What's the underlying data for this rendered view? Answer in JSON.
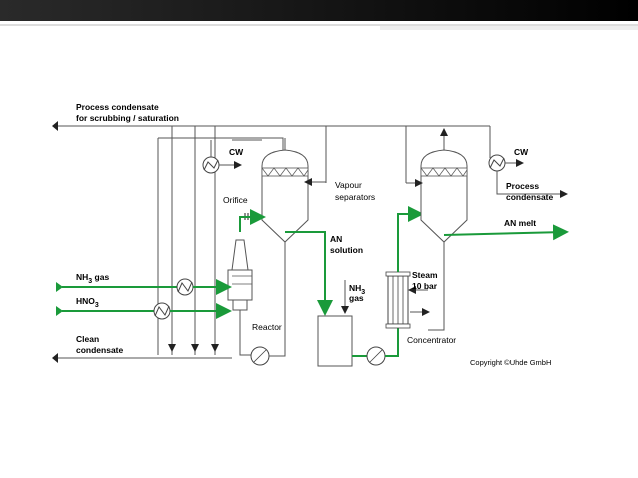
{
  "labels": {
    "process_condensate_line1": "Process condensate",
    "process_condensate_line2": "for scrubbing / saturation",
    "cw_left": "CW",
    "cw_right": "CW",
    "orifice": "Orifice",
    "vapour_line1": "Vapour",
    "vapour_line2": "separators",
    "process_cond_out_line1": "Process",
    "process_cond_out_line2": "condensate",
    "an_melt": "AN melt",
    "an_solution_line1": "AN",
    "an_solution_line2": "solution",
    "nh3_gas_top": "NH",
    "nh3_gas_top_sub": "3",
    "nh3_gas_bottom": "gas",
    "steam_line1": "Steam",
    "steam_line2": "10 bar",
    "nh3_gas_left": "NH",
    "nh3_gas_left_sub": "3",
    "nh3_gas_left_suffix": " gas",
    "hno3_left": "HNO",
    "hno3_left_sub": "3",
    "reactor": "Reactor",
    "clean_line1": "Clean",
    "clean_line2": "condensate",
    "concentrator": "Concentrator",
    "copyright": "Copyright ©Uhde GmbH"
  },
  "colors": {
    "process_stream": "#1a9a3a",
    "lines": "#555555",
    "topbar": "#000000"
  }
}
